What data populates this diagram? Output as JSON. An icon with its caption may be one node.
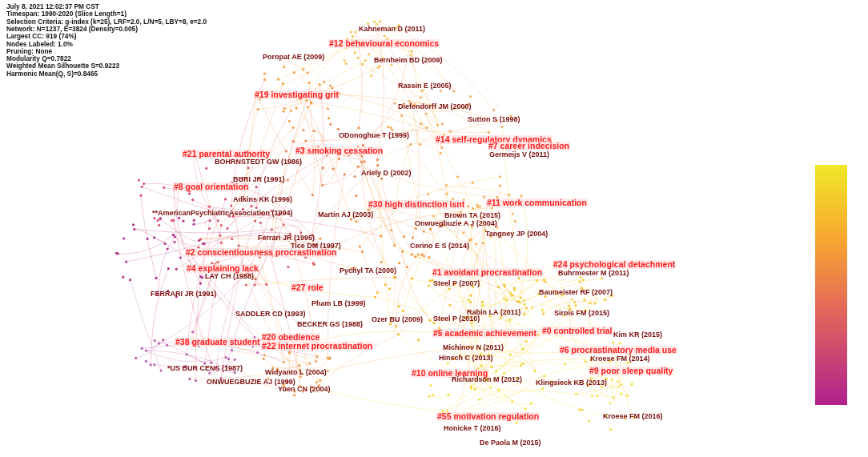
{
  "diagram": {
    "labels": [
      "July 8, 2021 12:02:37 PM CST",
      "Timespan: 1990-2020 (Slice Length=1)",
      "Selection Criteria: g-index (k=25), LRF=2.0, L/N=5, LBY=8, e=2.0",
      "Network: N=1237, E=3824 (Density=0.005)",
      "Largest CC: 919 (74%)",
      "Nodes Labeled: 1.0%",
      "Pruning: None",
      "Modularity Q=0.7822",
      "Weighted Mean Silhouette S=0.9223",
      "Harmonic Mean(Q, S)=0.8465",
      "Kahneman D (2011)",
      "#12 behavioural economics",
      "Poropat AE (2009)",
      "Bernheim BD (2009)",
      "Rassin E (2005)",
      "#19 investigating grit",
      "Diefendorff JM (2000)",
      "Sutton S (1998)",
      "ODonoghue T (1999)",
      "#14 self-regulatory dynamics",
      "#7 career indecision",
      "#3 smoking cessation",
      "#21 parental authority",
      "Germeijs V (2011)",
      "BOHRNSTEDT GW (1986)",
      "Ariely D (2002)",
      "BURI JR (1991)",
      "#8 goal orientation",
      "#30 high distinction isnt",
      "#11 work communication",
      "Adkins KK (1996)",
      "**AmericanPsychiatricAssociation (1994)",
      "Martin AJ (2003)",
      "Brown TA (2015)",
      "Onwuegbuzie A J (2004)",
      "Ferrari JR (1995)",
      "Tice DM (1997)",
      "Tangney JP (2004)",
      "Cerino E S (2014)",
      "#2 conscientiousness procrastination",
      "#24 psychological detachment",
      "#4 explaining lack",
      "Pychyl TA (2000)",
      "#1 avoidant procrastination",
      "LAY CH (1988)",
      "Buhrmester M (2011)",
      "Steel P (2007)",
      "Baumeister RF (2007)",
      "#27 role",
      "FERRARI JR (1991)",
      "Pham LB (1999)",
      "Rabin LA (2011)",
      "SADDLER CD (1993)",
      "Sirois FM (2015)",
      "Steel P (2010)",
      "Ozer BU (2009)",
      "BECKER GS (1988)",
      "#5 academic achievement",
      "#0 controlled trial",
      "Kim KR (2015)",
      "#38 graduate student",
      "#20 obedience",
      "#22 internet procrastination",
      "Michinov N (2011)",
      "#6 procrastinatory media use",
      "Hinsch C (2013)",
      "Kroese FM (2014)",
      "#9 poor sleep quality",
      "*US BUR CENS (1987)",
      "#10 online learning",
      "Widyanto L (2004)",
      "Richardson M (2012)",
      "Klingsieck KB (2013)",
      "ONWUEGBUZIE AJ (1999)",
      "Yuen CN (2004)",
      "#55 motivation regulation",
      "Kroese FM (2016)",
      "Honicke T (2016)",
      "De Paola M (2015)"
    ]
  }
}
